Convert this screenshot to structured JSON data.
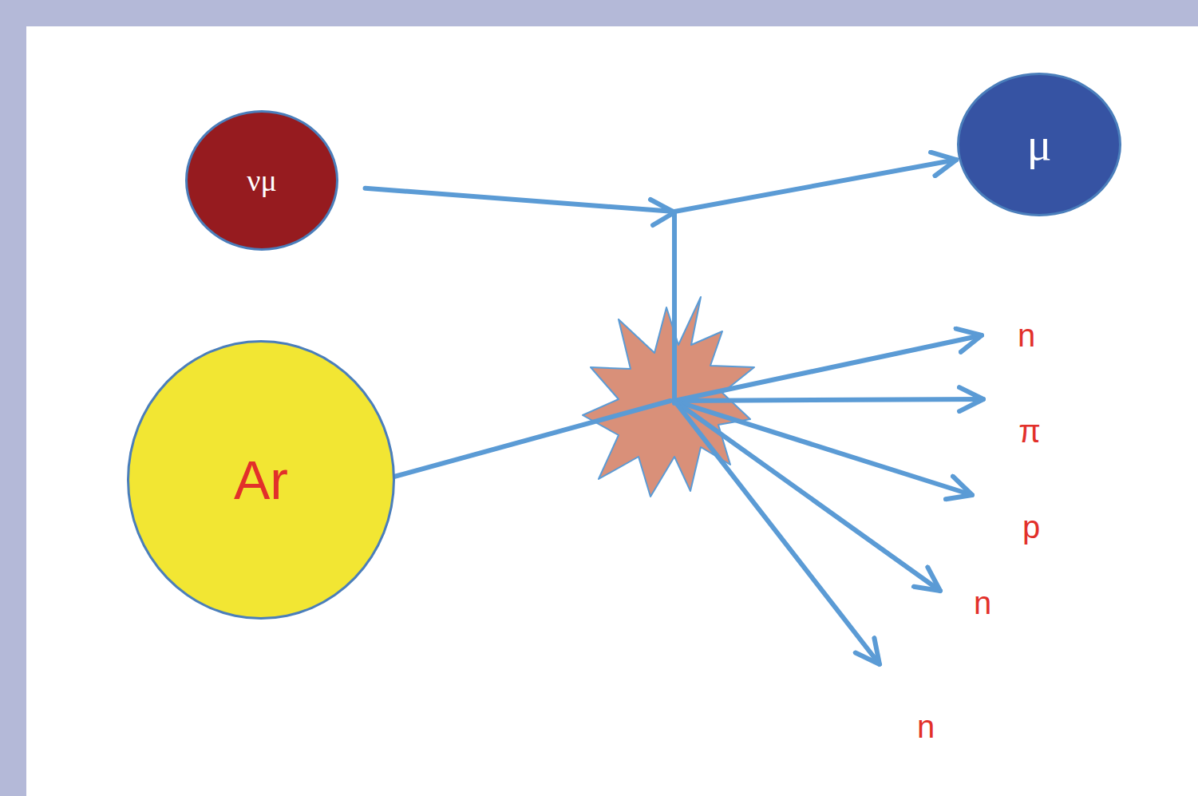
{
  "diagram": {
    "nodes": [
      {
        "text": [
          "νμ"
        ]
      },
      {
        "text": [
          "μ"
        ]
      },
      {
        "text": [
          "Ar"
        ]
      }
    ],
    "edges": [
      {
        "from": 0,
        "to": 1,
        "arrow": "to"
      }
    ],
    "labels": [
      "n",
      "π",
      "p",
      "n",
      "n"
    ]
  }
}
